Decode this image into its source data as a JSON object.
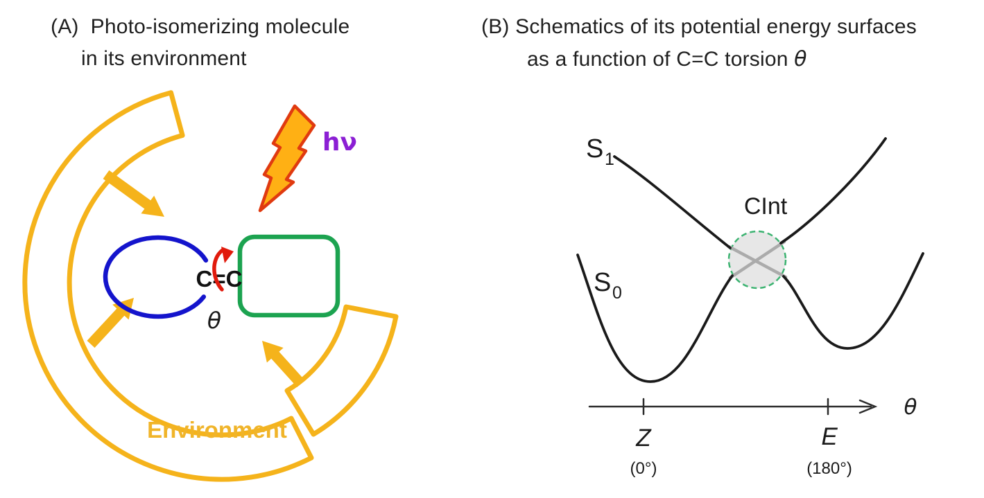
{
  "figure": {
    "panel_a": {
      "title_line1": "(A)  Photo-isomerizing molecule",
      "title_line2": "in its environment",
      "environment_label": "Environment",
      "bond_label": "C=C",
      "torsion_symbol": "θ",
      "photon_label": "hν"
    },
    "panel_b": {
      "title_line1": "(B) Schematics of its potential energy surfaces",
      "title_line2_text": "as a function of C=C torsion ",
      "title_line2_symbol": "θ",
      "s1_label_main": "S",
      "s1_label_sub": "1",
      "s0_label_main": "S",
      "s0_label_sub": "0",
      "conical_intersection_label": "CInt",
      "axis_label": "θ",
      "z_label": "Z",
      "z_degrees": "(0°)",
      "e_label": "E",
      "e_degrees": "(180°)"
    },
    "colors": {
      "environment_yellow": "#F5B31B",
      "environment_text": "#F0B429",
      "substituent_blue": "#1414CC",
      "substituent_green": "#1CA350",
      "rotation_arrow_red": "#E11A0C",
      "photon_purple": "#8B1FD4",
      "bolt_fill": "#FFB014",
      "bolt_outline": "#E03A10",
      "ci_circle_fill": "#E7E7E7",
      "ci_circle_border": "#3CB371",
      "ci_cross_gray": "#ABABAB",
      "curve_black": "#1A1A1A"
    }
  }
}
